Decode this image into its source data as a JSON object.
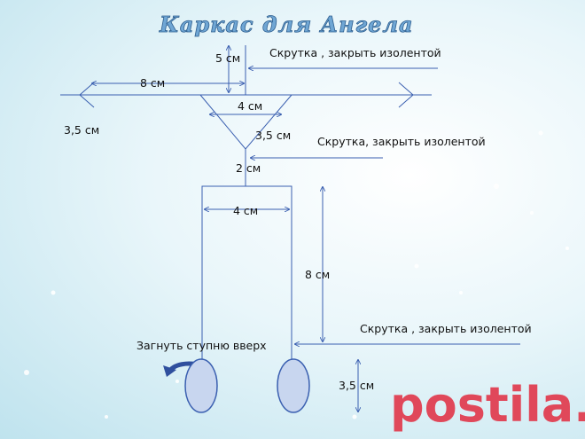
{
  "title": "Каркас для Ангела",
  "labels": {
    "dim_5cm": "5 см",
    "dim_8cm_arm": "8 см",
    "dim_4cm_top": "4 см",
    "dim_35_left": "3,5 см",
    "dim_35_triangle": "3,5 см",
    "dim_2cm": "2 см",
    "dim_4cm_legs": "4 см",
    "dim_8cm_legs": "8 см",
    "dim_35_feet": "3,5 см",
    "twist_1": "Скрутка , закрыть изолентой",
    "twist_2": "Скрутка, закрыть изолентой",
    "twist_3": "Скрутка , закрыть изолентой",
    "bend_feet": "Загнуть ступню вверх"
  },
  "watermark": "postila.ru",
  "colors": {
    "line": "#3a5fb0",
    "foot_fill": "#c8d6ef",
    "title": "#6fa6d4",
    "watermark": "#e0485a"
  }
}
